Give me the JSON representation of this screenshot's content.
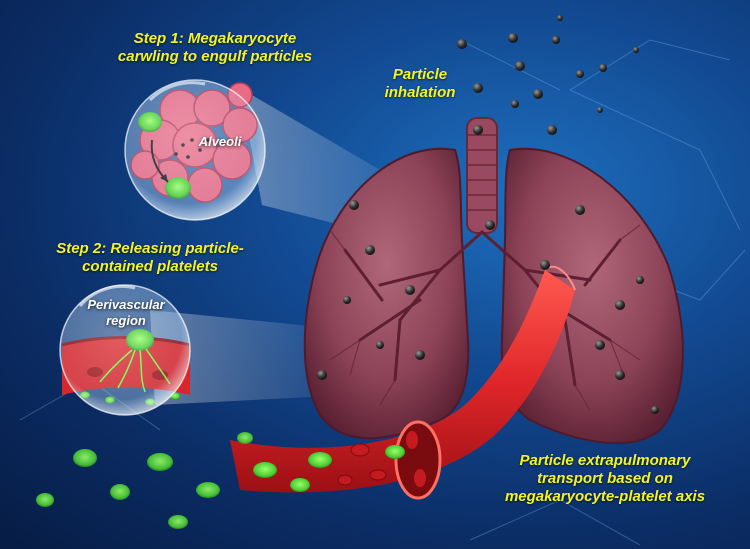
{
  "labels": {
    "step1": [
      "Step 1: Megakaryocyte",
      "carwling to engulf particles"
    ],
    "inhalation": [
      "Particle",
      "inhalation"
    ],
    "alveoli": "Alveoli",
    "step2": [
      "Step 2: Releasing particle-",
      "contained platelets"
    ],
    "perivascular": [
      "Perivascular",
      "region"
    ],
    "extrapulmonary": [
      "Particle extrapulmonary",
      "transport based on",
      "megakaryocyte-platelet axis"
    ]
  },
  "colors": {
    "background": "#124a92",
    "lung": "#8e4458",
    "vessel": "#e0262a",
    "platelet": "#4ccf34",
    "particle": "#2a2a2a",
    "label": "#f4f32a"
  }
}
